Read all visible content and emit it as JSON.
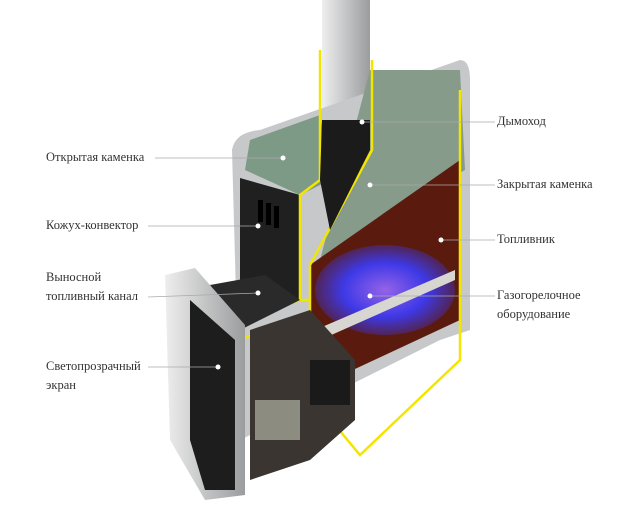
{
  "labels": {
    "open_heater": "Открытая каменка",
    "casing_convector": "Кожух-конвектор",
    "remote_channel_1": "Выносной",
    "remote_channel_2": "топливный канал",
    "glass_screen_1": "Светопрозрачный",
    "glass_screen_2": "экран",
    "chimney": "Дымоход",
    "closed_heater": "Закрытая каменка",
    "firebox": "Топливник",
    "gas_burner_1": "Газогорелочное",
    "gas_burner_2": "оборудование"
  },
  "colors": {
    "outline": "#f2e600",
    "body": "#1c1c1c",
    "firebox": "#5a1a0e",
    "flame": "#4a3cff",
    "stones": "#7d9a86",
    "steel": "#c9cbcd"
  }
}
